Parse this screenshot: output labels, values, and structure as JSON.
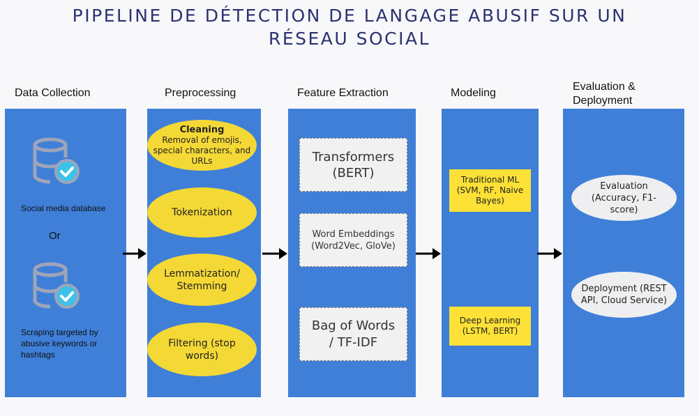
{
  "title": "PIPELINE DE DÉTECTION DE LANGAGE ABUSIF SUR UN RÉSEAU SOCIAL",
  "stages": {
    "data_collection": "Data Collection",
    "preprocessing": "Preprocessing",
    "feature_extraction": "Feature Extraction",
    "modeling": "Modeling",
    "evaluation": "Evaluation & Deployment"
  },
  "data_collection": {
    "source1": "Social media database",
    "or": "Or",
    "source2": "Scraping targeted by abusive keywords or hashtags",
    "icon": "database-check-icon"
  },
  "preprocessing": {
    "cleaning_title": "Cleaning",
    "cleaning_desc": "Removal of emojis, special characters, and URLs",
    "tokenization": "Tokenization",
    "lemmatization": "Lemmatization/ Stemming",
    "filtering": "Filtering (stop words)"
  },
  "feature_extraction": {
    "transformers": "Transformers (BERT)",
    "embeddings": "Word Embeddings (Word2Vec, GloVe)",
    "bow": "Bag of Words / TF-IDF"
  },
  "modeling": {
    "traditional": "Traditional ML (SVM, RF, Naive Bayes)",
    "deep": "Deep Learning (LSTM, BERT)"
  },
  "evaluation": {
    "evaluation": "Evaluation (Accuracy, F1-score)",
    "deployment": "Deployment (REST API, Cloud Service)"
  },
  "colors": {
    "column": "#3f7fd8",
    "yellow": "#f4d836",
    "title": "#2b3270"
  }
}
